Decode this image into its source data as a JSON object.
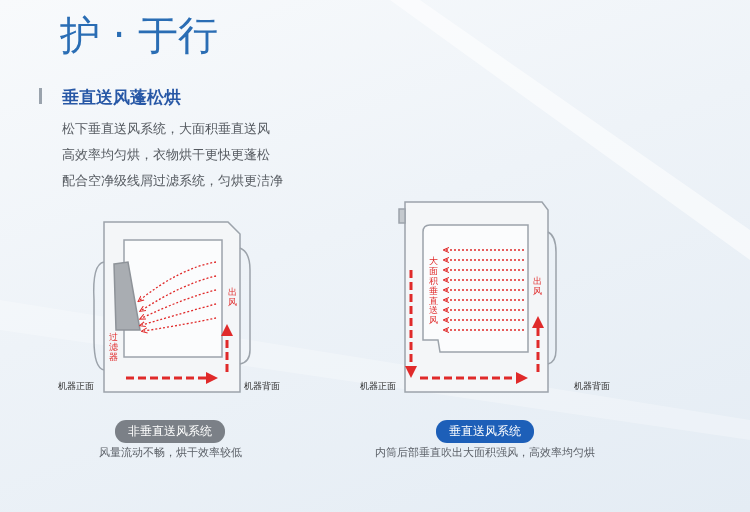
{
  "diagram": {
    "title": "护 · 于行",
    "nodes": [
      {
        "text": [
          "非垂直送风系统"
        ]
      },
      {
        "text": [
          "垂直送风系统"
        ]
      }
    ],
    "labels": [
      "垂直送风蓬松烘",
      "松下垂直送风系统，大面积垂直送风 高效率均匀烘，衣物烘干更快更蓬松 配合空净级线屑过滤系统，匀烘更洁净",
      "过滤器",
      "出风",
      "机器正面",
      "机器背面",
      "大面积垂直送风",
      "出风",
      "机器正面",
      "机器背面",
      "风量流动不畅，烘干效率较低",
      "内筒后部垂直吹出大面积强风，高效率均匀烘"
    ]
  }
}
